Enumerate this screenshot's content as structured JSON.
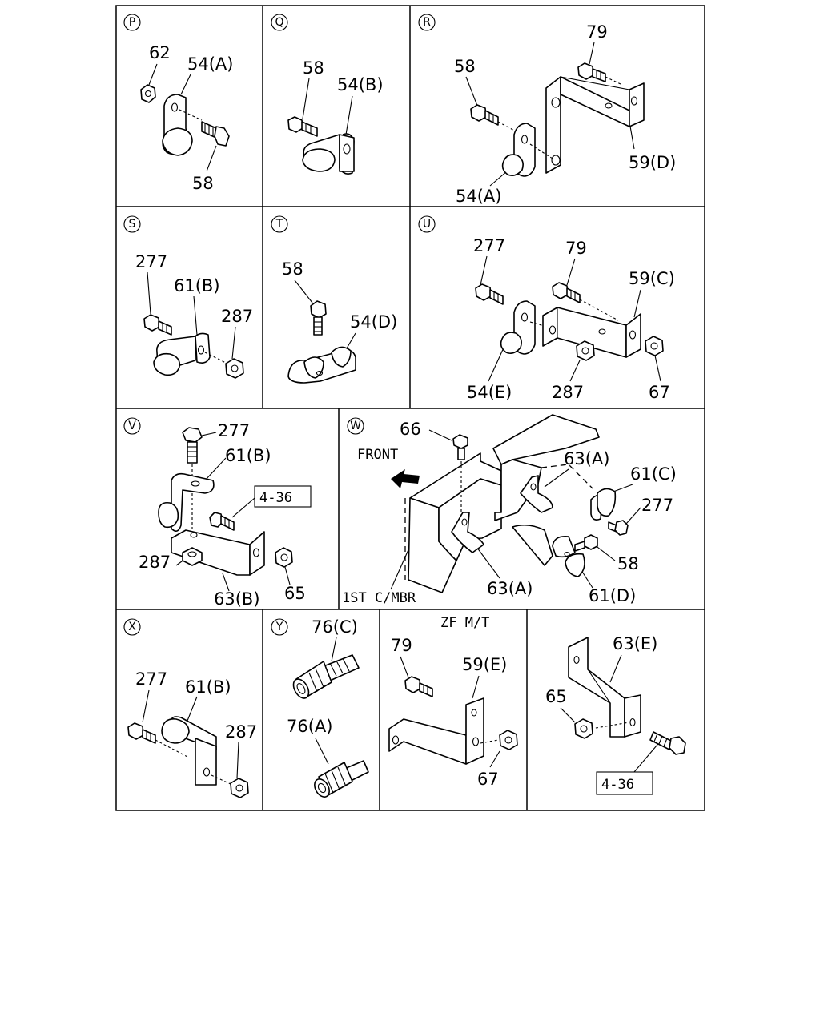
{
  "panels": [
    {
      "id": "P",
      "labels": [
        "62",
        "54(A)",
        "58"
      ]
    },
    {
      "id": "Q",
      "labels": [
        "58",
        "54(B)"
      ]
    },
    {
      "id": "R",
      "labels": [
        "79",
        "58",
        "59(D)",
        "54(A)"
      ]
    },
    {
      "id": "S",
      "labels": [
        "277",
        "61(B)",
        "287"
      ]
    },
    {
      "id": "T",
      "labels": [
        "58",
        "54(D)"
      ]
    },
    {
      "id": "U",
      "labels": [
        "277",
        "79",
        "59(C)",
        "54(E)",
        "287",
        "67"
      ]
    },
    {
      "id": "V",
      "labels": [
        "277",
        "61(B)",
        "4-36",
        "287",
        "65",
        "63(B)"
      ]
    },
    {
      "id": "W",
      "labels": [
        "66",
        "FRONT",
        "63(A)",
        "61(C)",
        "277",
        "58",
        "1ST C/MBR",
        "63(A)",
        "61(D)"
      ]
    },
    {
      "id": "X",
      "labels": [
        "277",
        "61(B)",
        "287"
      ]
    },
    {
      "id": "Y",
      "labels": [
        "76(C)",
        "76(A)"
      ]
    },
    {
      "id": "Z1",
      "labels": [
        "ZF M/T",
        "79",
        "59(E)",
        "67"
      ]
    },
    {
      "id": "Z2",
      "labels": [
        "63(E)",
        "65",
        "4-36"
      ]
    }
  ]
}
